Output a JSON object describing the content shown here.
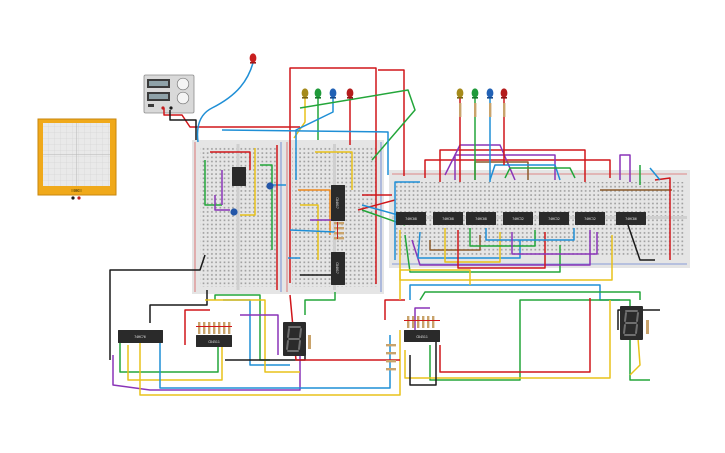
{
  "colors": {
    "background": "#ffffff",
    "breadboard": "#e5e5e5",
    "rail_red": "#d62b2b",
    "rail_blue": "#2b52c8",
    "wire_red": "#d0161a",
    "wire_green": "#23a63a",
    "wire_blue": "#1f8fd6",
    "wire_yellow": "#e8c21a",
    "wire_purple": "#8a34b8",
    "wire_black": "#1a1a1a",
    "wire_orange": "#f08a1c",
    "wire_brown": "#8a5a2b",
    "chip": "#2a2a2a",
    "oscilloscope": "#f0a91a",
    "seven_segment": "#2b2b2b"
  },
  "chips": {
    "left_bb_small": "",
    "mid_bb_top": "CD4017",
    "mid_bb_bottom": "CD4017",
    "right_bb": [
      "74HC08",
      "74HC08",
      "74HC08",
      "74HC32",
      "74HC32",
      "74HC32",
      "74HC86"
    ],
    "bottom_left_1": "74HC76",
    "bottom_left_2": "CD4511",
    "bottom_mid": "CD4511"
  },
  "leds": {
    "single_top": "red",
    "mid_group": [
      "yellow",
      "green",
      "blue",
      "red"
    ],
    "right_group": [
      "yellow",
      "green",
      "blue",
      "red"
    ]
  },
  "instruments": {
    "power_supply": "power-supply",
    "oscilloscope": "oscilloscope",
    "oscilloscope_tag": "OSC"
  },
  "displays": {
    "seven_segment_count": 2
  }
}
